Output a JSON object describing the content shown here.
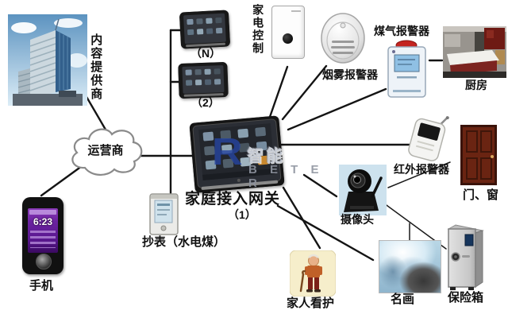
{
  "watermark": {
    "logo": "R",
    "cn": "智能",
    "en": "B E T E R",
    "color": "#26449e"
  },
  "nodes": {
    "content_provider": {
      "label": "内容提供商"
    },
    "operator": {
      "label": "运营商"
    },
    "tablet_n": {
      "label": "（N）"
    },
    "tablet_2": {
      "label": "（2）"
    },
    "appliance_control": {
      "label": "家电控制"
    },
    "smoke_alarm": {
      "label": "烟雾报警器"
    },
    "gas_alarm": {
      "label": "煤气报警器"
    },
    "kitchen": {
      "label": "厨房"
    },
    "gateway": {
      "label": "家庭接入网关",
      "sublabel": "（1）"
    },
    "infrared_alarm": {
      "label": "红外报警器"
    },
    "door_window": {
      "label": "门、窗"
    },
    "camera": {
      "label": "摄像头"
    },
    "meter": {
      "label": "抄表（水电煤）"
    },
    "phone": {
      "label": "手机",
      "time": "6:23"
    },
    "family_care": {
      "label": "家人看护"
    },
    "painting": {
      "label": "名画"
    },
    "safe": {
      "label": "保险箱"
    }
  }
}
